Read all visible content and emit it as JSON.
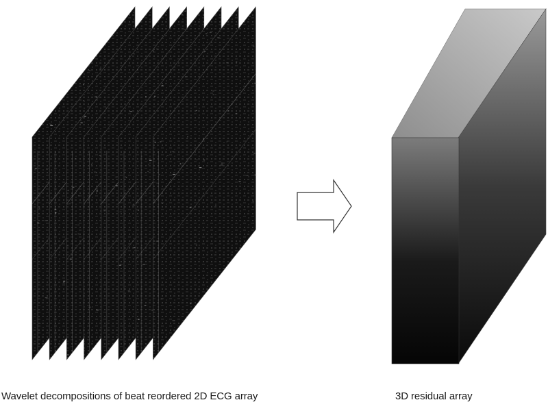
{
  "figure": {
    "left_caption": "Wavelet decompositions of beat reordered 2D ECG array",
    "right_caption": "3D residual array",
    "slice_stack": {
      "count": 8,
      "slice_color": "#0f0f0f",
      "texture_color": "#cfcfcf"
    },
    "arrow": {
      "icon": "right-arrow-icon",
      "fill": "#ffffff",
      "stroke": "#333333"
    },
    "cube": {
      "front_gradient": [
        "#7c7c7c",
        "#1a1a1a",
        "#050505"
      ],
      "top_gradient": [
        "#c9c9c9",
        "#8e8e8e"
      ],
      "side_gradient": [
        "#9a9a9a",
        "#3a3a3a",
        "#0a0a0a"
      ]
    }
  }
}
